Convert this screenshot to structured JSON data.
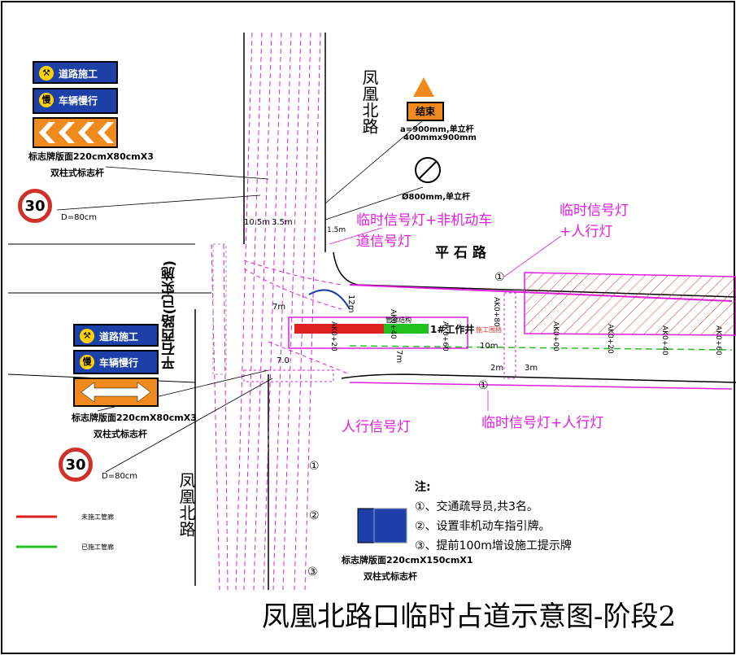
{
  "title": "凤凰北路口临时占道示意图-阶段2",
  "roads": {
    "fenghuang_top": "凤凰北路",
    "fenghuang_bottom": "凤凰北路",
    "pingshi": "平 石 路",
    "pingshi_west": "平石西路(已实施)"
  },
  "signs_left_top": {
    "s1": "道路施工",
    "s2": "车辆慢行",
    "s2_icon": "慢",
    "spec": "标志牌版面220cmX80cmX3",
    "pole": "双柱式标志杆"
  },
  "signs_left_mid": {
    "s1": "道路施工",
    "s2": "车辆慢行",
    "s2_icon": "慢",
    "spec": "标志牌版面220cmX80cmX3",
    "pole": "双柱式标志杆"
  },
  "speed_limit": {
    "value": "30",
    "d1": "D=80cm",
    "d2": "D=80cm"
  },
  "end_sign": {
    "label": "结束",
    "spec1": "a=900mm,单立杆",
    "spec2": "400mmx900mm",
    "d": "Ø800mm,单立杆"
  },
  "signal_labels": {
    "a": "临时信号灯+非机动车",
    "a2": "道信号灯",
    "b": "临时信号灯",
    "b2": "+人行灯",
    "c": "人行信号灯",
    "d": "临时信号灯+人行灯"
  },
  "dims": {
    "d105": "10.5m",
    "d35": "3.5m",
    "d15": "1.5m",
    "d7": "7m",
    "d12": "12m",
    "d10": "10m",
    "d2": "2m",
    "d3": "3m",
    "d7b": "7m",
    "d7c": "7.0"
  },
  "stations": [
    "AK0+20",
    "AK0+40",
    "AK0+60",
    "AK0+80",
    "AK0+00",
    "AK0+20",
    "AK0+40",
    "AK0+60"
  ],
  "work_labels": {
    "well": "1#工作井",
    "pipe": "管廊结构",
    "work": "施工围挡"
  },
  "legend": [
    {
      "label": "未施工管廊",
      "color": "#e02020"
    },
    {
      "label": "已施工管廊",
      "color": "#20c020"
    }
  ],
  "notes": {
    "head": "注:",
    "n1": "①、交通疏导员,共3名。",
    "n2": "②、设置非机动车指引牌。",
    "n3": "③、提前100m增设施工提示牌",
    "sign_spec": "标志牌版面220cmX150cmX1",
    "sign_pole": "双柱式标志杆"
  },
  "markers": [
    "①",
    "②",
    "③",
    "①",
    "①"
  ],
  "colors": {
    "magenta": "#e01ee0",
    "red": "#e02020",
    "green": "#20c020",
    "blue": "#1c3fa8"
  }
}
